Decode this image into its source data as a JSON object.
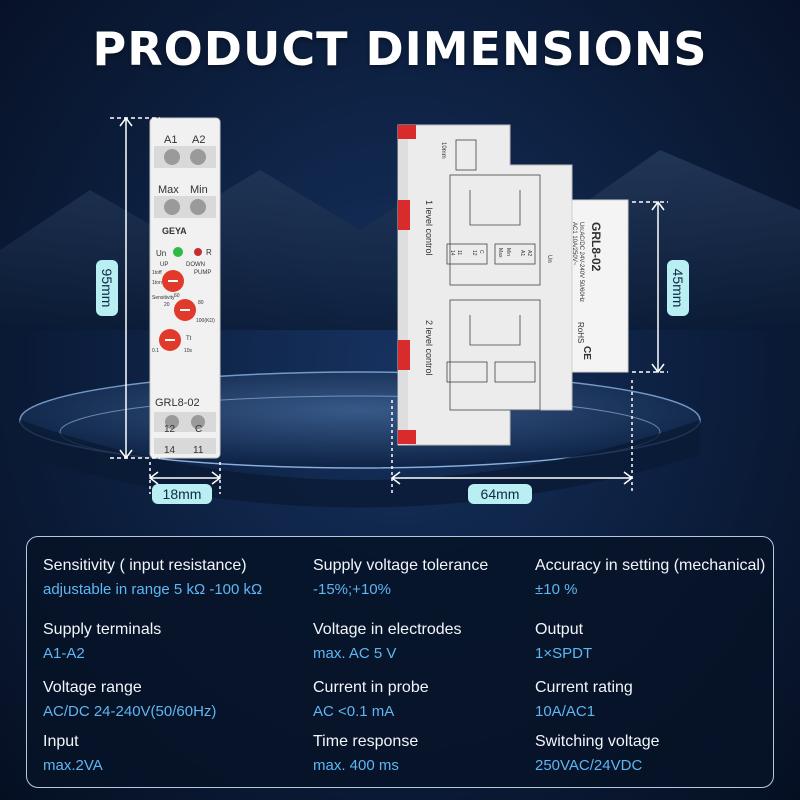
{
  "title": "PRODUCT DIMENSIONS",
  "colors": {
    "accent_label_bg": "#b9eff2",
    "spec_value": "#5fb6f2",
    "relay_body": "#f1f1f1",
    "knob_red": "#e23a2a"
  },
  "dimensions": {
    "height_front": "95mm",
    "width_front": "18mm",
    "height_side": "45mm",
    "depth_side": "64mm"
  },
  "device_front": {
    "terminals_top": [
      "A1",
      "A2"
    ],
    "terminals_mid": [
      "Max",
      "Min"
    ],
    "brand": "GEYA",
    "led_un": "Un",
    "led_r": "R",
    "mode_up": "UP",
    "mode_down": "DOWN",
    "mode_pump": "PUMP",
    "knob1_marks": [
      "1toff",
      "1ton"
    ],
    "knob2_caption": "Sensitivity",
    "knob2_marks": [
      "20",
      "60",
      "80",
      "100(KΩ)"
    ],
    "knob3_marks": [
      "0.1",
      "10s",
      "Tt"
    ],
    "model": "GRL8-02",
    "terminals_bottom_a": [
      "12",
      "C"
    ],
    "terminals_bottom_b": [
      "14",
      "11"
    ]
  },
  "device_side": {
    "model": "GRL8-02",
    "voltage": "Un:AC/DC 24V-240V 50/60Hz",
    "rating": "AC1 10A/250V~",
    "rohs": "RoHS",
    "ce": "CE",
    "level1": "1 level control",
    "level2": "2 level control",
    "dim_small": "10mm",
    "terminals": [
      "14",
      "11",
      "12",
      "C",
      "Max",
      "Min",
      "A1",
      "A2"
    ],
    "un": "Un"
  },
  "specs": [
    {
      "label": "Sensitivity ( input resistance)",
      "value": "adjustable in range 5 kΩ -100 kΩ"
    },
    {
      "label": "Supply voltage tolerance",
      "value": "-15%;+10%"
    },
    {
      "label": "Accuracy in setting (mechanical)",
      "value": "±10 %"
    },
    {
      "label": "Supply terminals",
      "value": "A1-A2"
    },
    {
      "label": "Voltage in electrodes",
      "value": "max. AC 5 V"
    },
    {
      "label": "Output",
      "value": "1×SPDT"
    },
    {
      "label": "Voltage range",
      "value": "AC/DC 24-240V(50/60Hz)"
    },
    {
      "label": "Current in probe",
      "value": "AC <0.1 mA"
    },
    {
      "label": "Current rating",
      "value": "10A/AC1"
    },
    {
      "label": "Input",
      "value": "max.2VA"
    },
    {
      "label": "Time response",
      "value": "max. 400 ms"
    },
    {
      "label": "Switching voltage",
      "value": "250VAC/24VDC"
    }
  ]
}
